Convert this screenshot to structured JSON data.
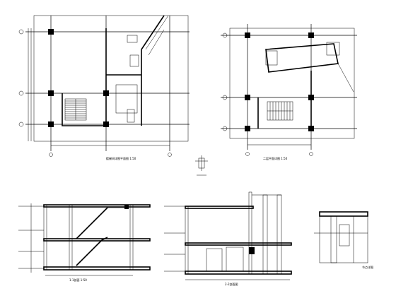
{
  "drawing": {
    "plan_a_title": "楼梯间详图平面图 1:50",
    "plan_b_title": "二层平面详图 1:50",
    "section_a_title": "1-1剖面 1:50",
    "section_b_title": "2-2剖面图",
    "detail_title": "节点详图"
  }
}
